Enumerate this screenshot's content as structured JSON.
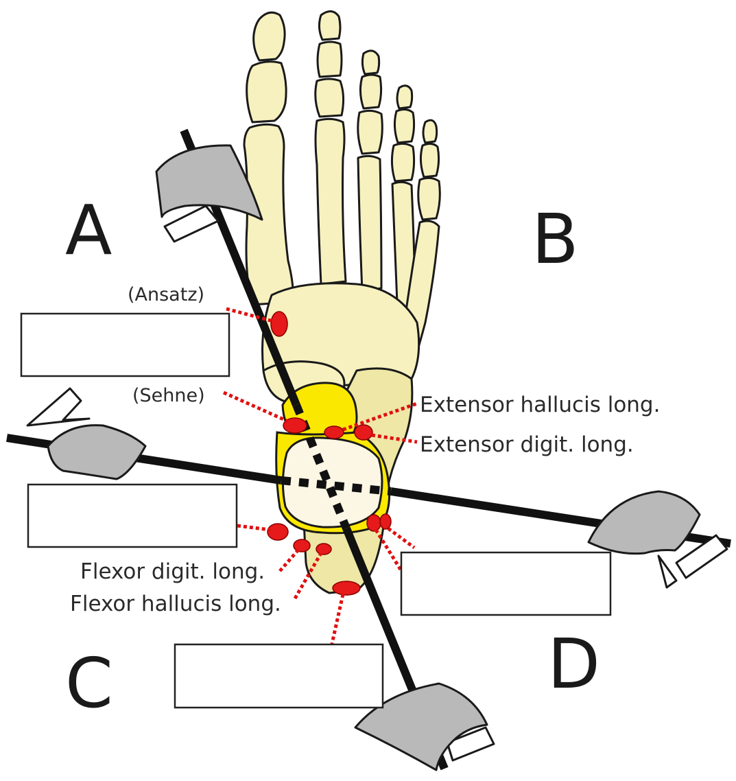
{
  "quadrant_labels": {
    "a": "A",
    "b": "B",
    "c": "C",
    "d": "D"
  },
  "labels": {
    "ansatz": "(Ansatz)",
    "sehne": "(Sehne)",
    "extensor_hallucis": "Extensor hallucis long.",
    "extensor_digit": "Extensor digit. long.",
    "flexor_digit": "Flexor digit. long.",
    "flexor_hallucis": "Flexor hallucis long."
  },
  "colors": {
    "bone": "#f6f1bf",
    "talus": "#fbe800",
    "muscle_marker": "#e61a1a",
    "axis": "#111111",
    "cuff": "#b9b9b9"
  },
  "answer_boxes": [
    "",
    "",
    "",
    "",
    ""
  ]
}
